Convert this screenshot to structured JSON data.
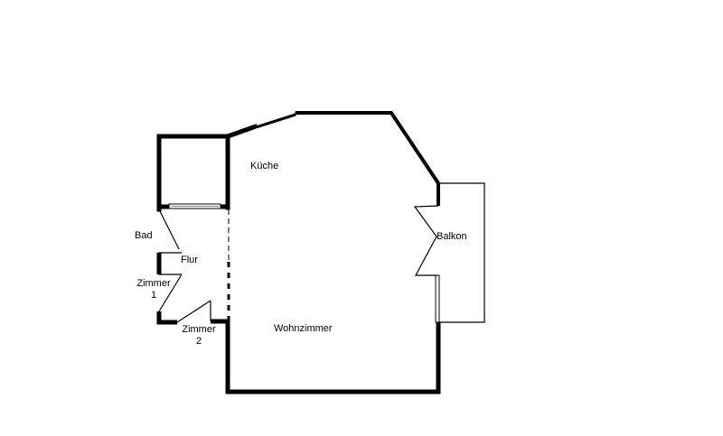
{
  "floor_plan": {
    "background": "#ffffff",
    "wall_color": "#000000",
    "rooms": [
      {
        "id": "kueche",
        "label": "Küche"
      },
      {
        "id": "bad",
        "label": "Bad"
      },
      {
        "id": "flur",
        "label": "Flur"
      },
      {
        "id": "zimmer1",
        "label": "Zimmer\n1"
      },
      {
        "id": "zimmer2",
        "label": "Zimmer\n2"
      },
      {
        "id": "wohnzimmer",
        "label": "Wohnzimmer"
      },
      {
        "id": "balkon",
        "label": "Balkon"
      }
    ]
  }
}
